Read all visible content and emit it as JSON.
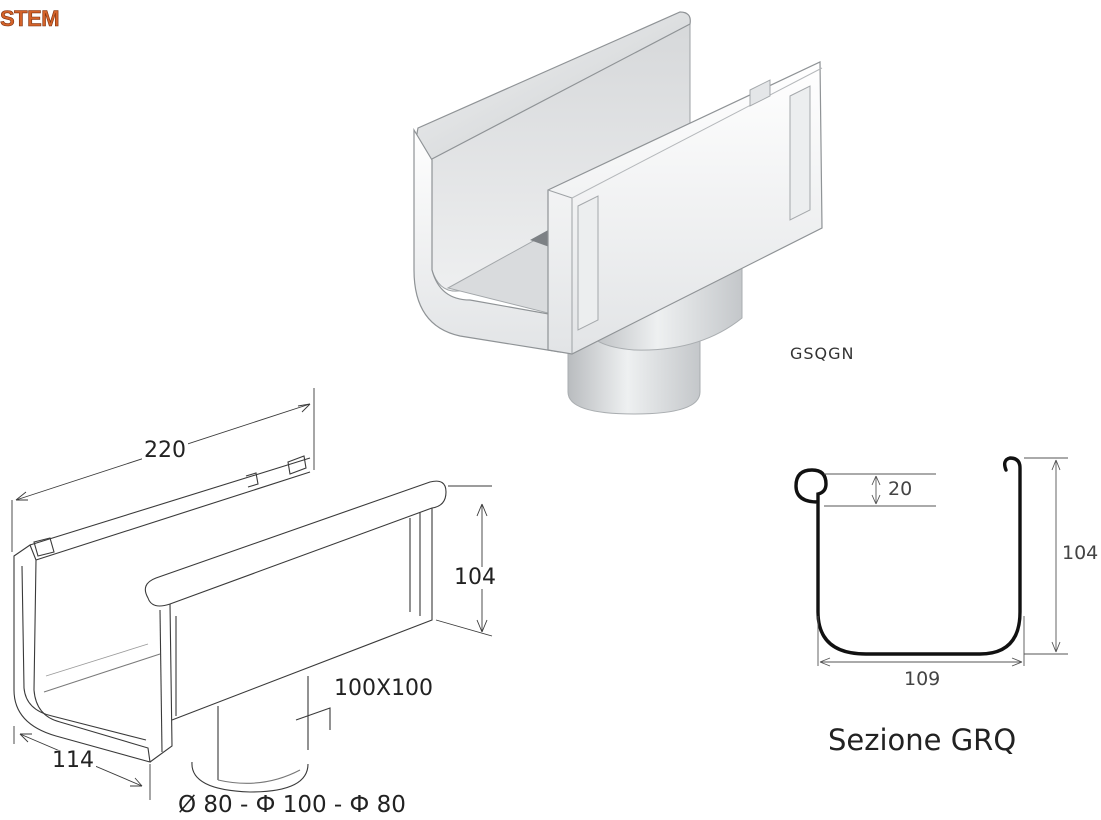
{
  "brand": {
    "text": "STEM",
    "color": "#d4632a"
  },
  "product_code": "GSQGN",
  "drawing": {
    "length": "220",
    "height": "104",
    "width": "114",
    "outlet": "100X100",
    "diameters": "Ø 80 - Ф 100 - Ф 80"
  },
  "section": {
    "title": "Sezione GRQ",
    "depth_bead": "20",
    "height": "104",
    "width": "109"
  }
}
